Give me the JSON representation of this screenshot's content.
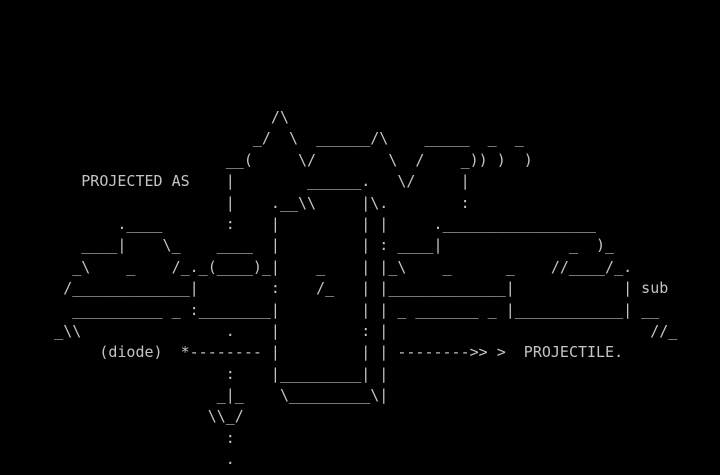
{
  "art_lines": [
    "                              /\\",
    "                            _/  \\  ______/\\    _____  _  _",
    "                         __(     \\/        \\  /    _)) )  )",
    "         PROJECTED AS    |        ______.   \\/     |",
    "                         |    .__\\\\     |\\.        :",
    "             .____       :    |         | |     ._________________",
    "         ____|    \\_    ____  |         | : ____|              _  )_",
    "        _\\    _    /_._(____)_|    _    | |_\\    _      _    //____/_.",
    "       /_____________|        :    /_   | |_____________|            | sub",
    "        __________ _ :________|         | | _ _______ _ |____________| __",
    "      _\\\\                .    |         : |                             //_",
    "           (diode)  *-------- |         | | -------->> >  PROJECTILE.",
    "                         :    |_________| |",
    "                        _|_    \\_________\\|",
    "                       \\\\_/",
    "                         :",
    "                         ."
  ]
}
